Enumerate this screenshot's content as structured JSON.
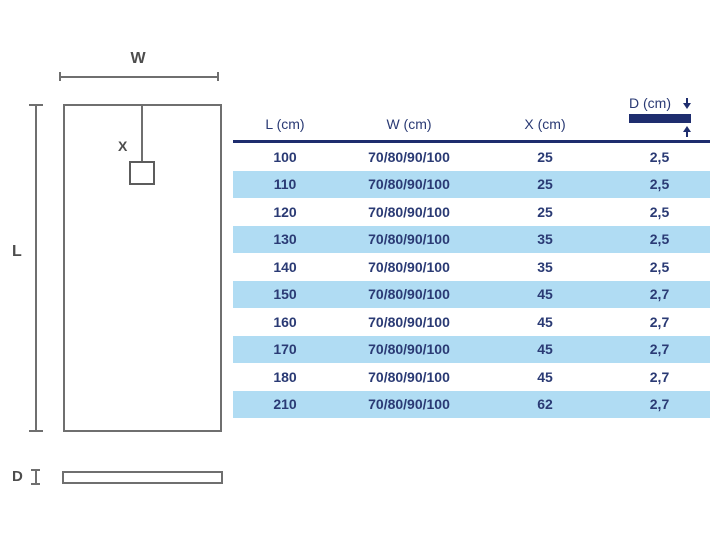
{
  "diagram": {
    "width_label": "W",
    "length_label": "L",
    "drain_offset_label": "X",
    "depth_label": "D"
  },
  "table": {
    "headers": {
      "l": "L (cm)",
      "w": "W (cm)",
      "x": "X (cm)",
      "d": "D (cm)"
    },
    "rows": [
      {
        "l": "100",
        "w": "70/80/90/100",
        "x": "25",
        "d": "2,5"
      },
      {
        "l": "110",
        "w": "70/80/90/100",
        "x": "25",
        "d": "2,5"
      },
      {
        "l": "120",
        "w": "70/80/90/100",
        "x": "25",
        "d": "2,5"
      },
      {
        "l": "130",
        "w": "70/80/90/100",
        "x": "35",
        "d": "2,5"
      },
      {
        "l": "140",
        "w": "70/80/90/100",
        "x": "35",
        "d": "2,5"
      },
      {
        "l": "150",
        "w": "70/80/90/100",
        "x": "45",
        "d": "2,7"
      },
      {
        "l": "160",
        "w": "70/80/90/100",
        "x": "45",
        "d": "2,7"
      },
      {
        "l": "170",
        "w": "70/80/90/100",
        "x": "45",
        "d": "2,7"
      },
      {
        "l": "180",
        "w": "70/80/90/100",
        "x": "45",
        "d": "2,7"
      },
      {
        "l": "210",
        "w": "70/80/90/100",
        "x": "62",
        "d": "2,7"
      }
    ]
  },
  "colors": {
    "navy": "#1e2d6e",
    "table_text": "#2a3a74",
    "row_highlight": "#b0dcf3",
    "diagram_line": "#6f6f6f"
  }
}
